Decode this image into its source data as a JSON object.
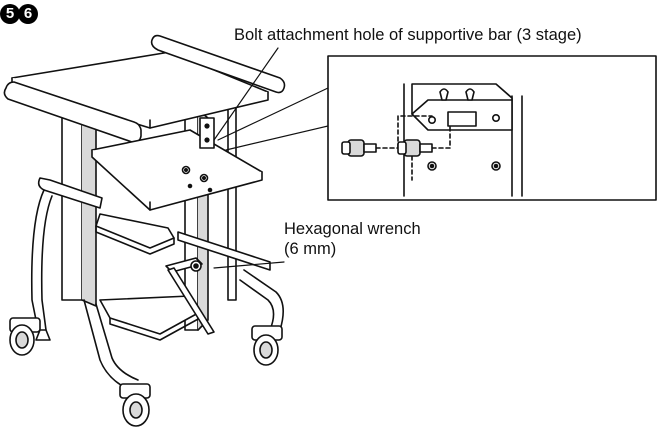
{
  "step_badges": [
    "5",
    "6"
  ],
  "callouts": {
    "bolt_hole": "Bolt attachment hole of supportive bar (3 stage)",
    "wrench_line1": "Hexagonal wrench",
    "wrench_line2": "(6 mm)"
  },
  "colors": {
    "line": "#111111",
    "fill": "#ffffff",
    "shade": "#d9d9d9"
  }
}
